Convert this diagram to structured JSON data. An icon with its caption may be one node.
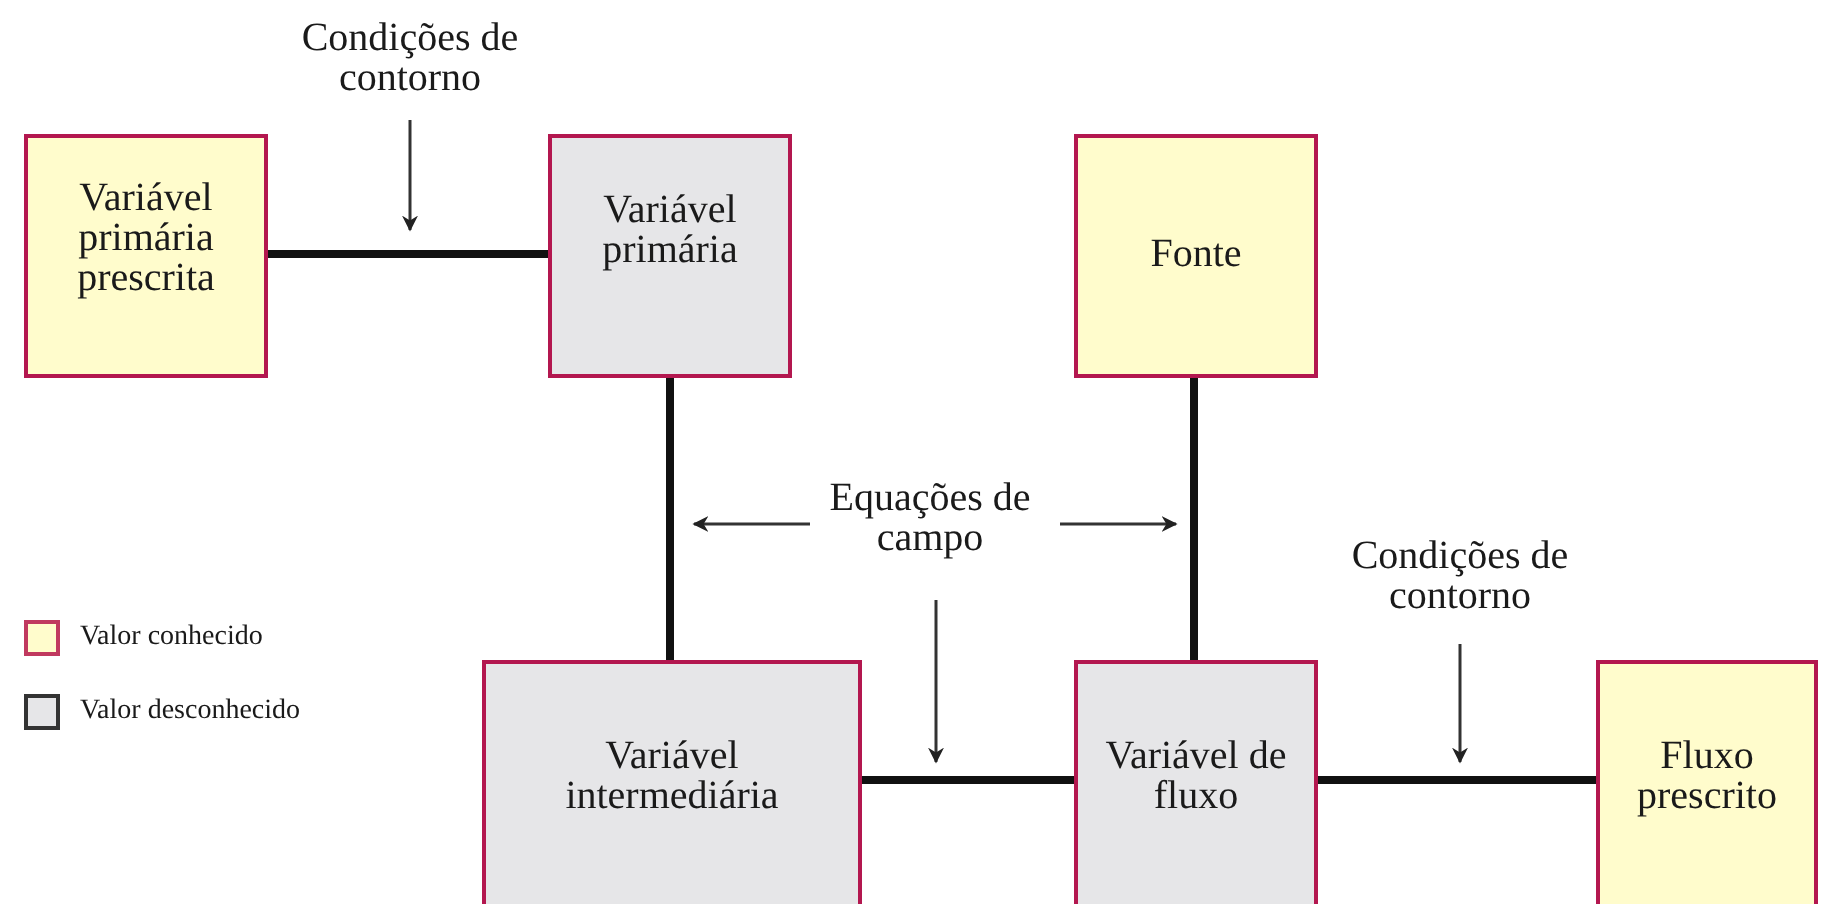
{
  "diagram": {
    "nodes": [
      {
        "text": [
          "Variável primária prescrita"
        ]
      },
      {
        "text": [
          "Variável primária"
        ]
      },
      {
        "text": [
          "Fonte"
        ]
      },
      {
        "text": [
          "Variável intermediária"
        ]
      },
      {
        "text": [
          "Variável de fluxo"
        ]
      },
      {
        "text": [
          "Fluxo prescrito"
        ]
      },
      {
        "text": [
          "Condições de contorno"
        ]
      },
      {
        "text": [
          "Equações de campo"
        ]
      },
      {
        "text": [
          "Condições de contorno"
        ]
      }
    ],
    "edges": [
      {
        "from": 0,
        "to": 1,
        "arrow": "none",
        "style": "thick"
      },
      {
        "from": 1,
        "to": 3,
        "arrow": "none",
        "style": "thick"
      },
      {
        "from": 2,
        "to": 4,
        "arrow": "none",
        "style": "thick"
      },
      {
        "from": 3,
        "to": 4,
        "arrow": "none",
        "style": "thick"
      },
      {
        "from": 4,
        "to": 5,
        "arrow": "none",
        "style": "thick"
      },
      {
        "from": 6,
        "to": null,
        "arrow": "to"
      },
      {
        "from": 7,
        "to": null,
        "arrow": "to"
      },
      {
        "from": 7,
        "to": null,
        "arrow": "to"
      },
      {
        "from": 7,
        "to": null,
        "arrow": "to"
      },
      {
        "from": 8,
        "to": null,
        "arrow": "to"
      }
    ],
    "legend": [
      {
        "text": "Valor conhecido",
        "color": "#fffccc"
      },
      {
        "text": "Valor desconhecido",
        "color": "#e6e6e8"
      }
    ]
  }
}
